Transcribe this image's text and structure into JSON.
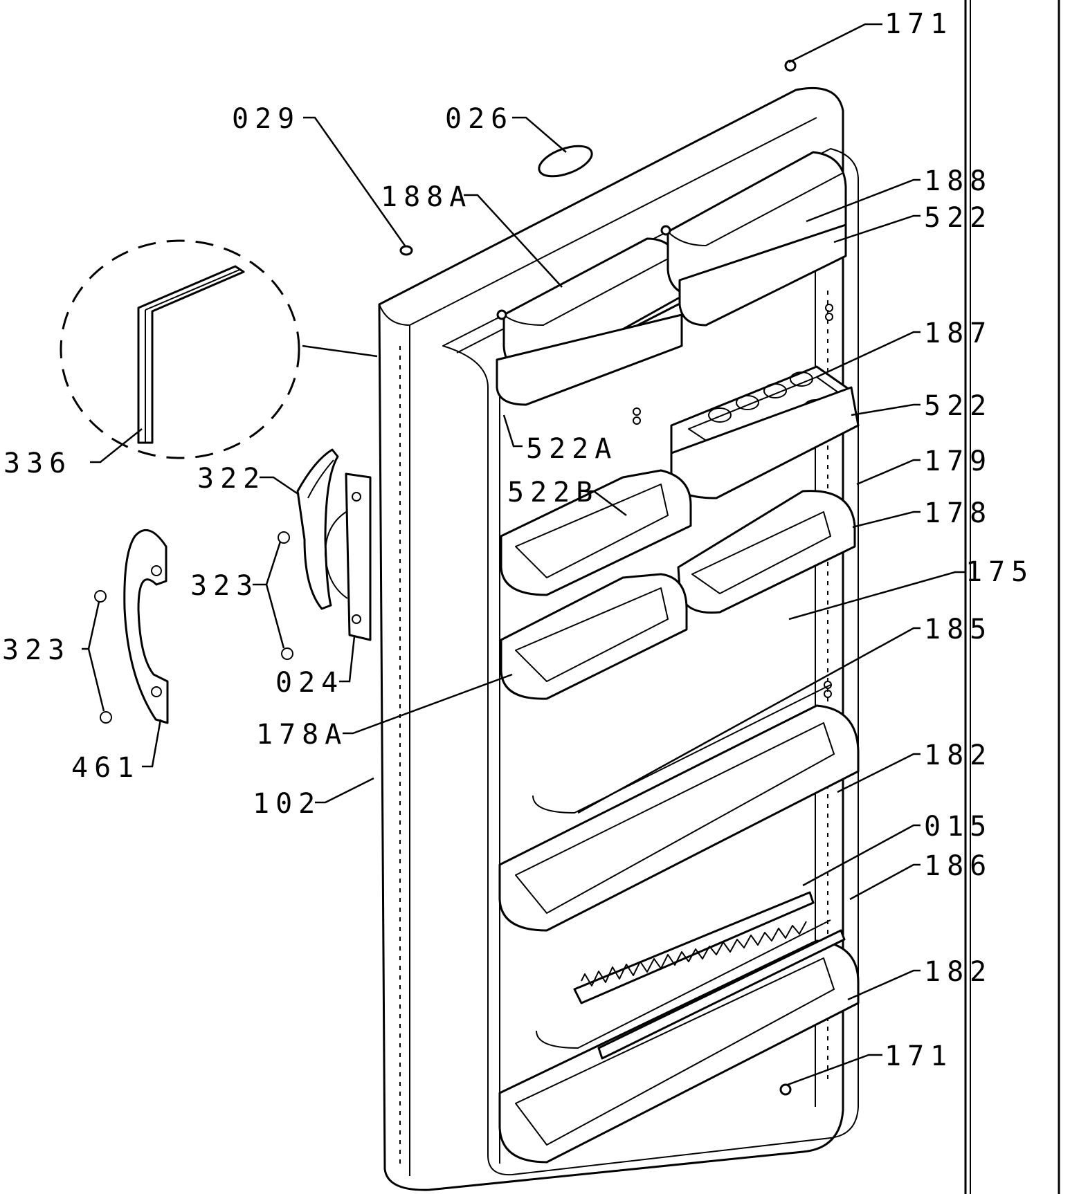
{
  "diagram": {
    "labels": {
      "p171_top": "171",
      "p029": "029",
      "p026": "026",
      "p188": "188",
      "p522_top": "522",
      "p188A": "188A",
      "p187": "187",
      "p522_mid": "522",
      "p522A": "522A",
      "p179": "179",
      "p522B": "522B",
      "p178": "178",
      "p175": "175",
      "p336": "336",
      "p322": "322",
      "p323_right": "323",
      "p323_left": "323",
      "p185": "185",
      "p024": "024",
      "p178A": "178A",
      "p461": "461",
      "p182_upper": "182",
      "p102": "102",
      "p015": "015",
      "p186": "186",
      "p182_lower": "182",
      "p171_bottom": "171"
    }
  }
}
